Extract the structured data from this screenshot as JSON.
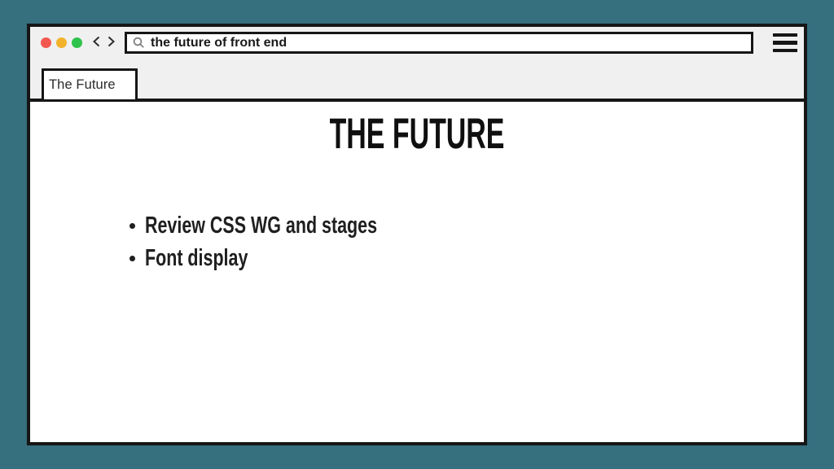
{
  "colors": {
    "page-bg": "#366f7e",
    "window-border": "#161616",
    "chrome-bg": "#f0f0f0",
    "content-bg": "#ffffff",
    "dot-red": "#f2584f",
    "dot-yellow": "#f2b32a",
    "dot-green": "#2fc24c",
    "text-dark": "#1f1f1f"
  },
  "browser": {
    "tab_label": "The Future",
    "url_value": "the future of front end"
  },
  "slide": {
    "title": "THE FUTURE",
    "bullets": [
      "Review CSS WG and stages",
      "Font display"
    ]
  }
}
